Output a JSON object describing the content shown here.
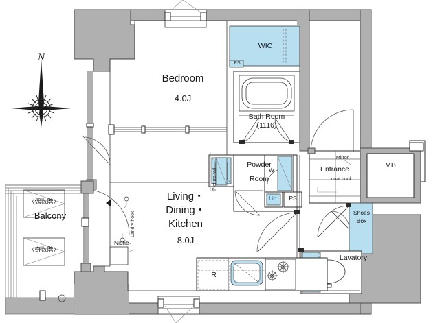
{
  "plan": {
    "type": "apartment-floor-plan",
    "orientation_marker": "N",
    "colors": {
      "wall_gray": "#b0b0b0",
      "fixture_blue": "#b8dff0",
      "line_dark": "#1a1a1a",
      "line_mid": "#6b6b6b",
      "background": "#ffffff"
    },
    "rooms": [
      {
        "name": "bedroom",
        "label": "Bedroom",
        "size": "4.0J"
      },
      {
        "name": "living-dining-kitchen",
        "label": "Living・\nDining・\nKitchen",
        "size": "8.0J"
      },
      {
        "name": "bath-room",
        "label": "Bath Room",
        "size": "(1116)"
      },
      {
        "name": "wic",
        "label": "WIC",
        "size": ""
      },
      {
        "name": "powder-room",
        "label": "Powder\nRoom",
        "size": ""
      },
      {
        "name": "entrance",
        "label": "Entrance",
        "size": ""
      },
      {
        "name": "lavatory",
        "label": "Lavatory",
        "size": ""
      },
      {
        "name": "balcony",
        "label": "Balcony",
        "size": ""
      }
    ],
    "labels": {
      "bedroom": "Bedroom",
      "bedroom_size": "4.0J",
      "ldk_line1": "Living・",
      "ldk_line2": "Dining・",
      "ldk_line3": "Kitchen",
      "ldk_size": "8.0J",
      "bath_room": "Bath Room",
      "bath_room_size": "(1116)",
      "wic": "WIC",
      "powder_line1": "Powder",
      "powder_line2": "Room",
      "entrance": "Entrance",
      "lavatory": "Lavatory",
      "balcony": "Balcony",
      "mb": "MB",
      "shoes_box_line1": "Shoes",
      "shoes_box_line2": "Box",
      "washer": "W",
      "linen": "Lin.",
      "ps_upper": "PS",
      "ps_lower": "PS",
      "refrigerator": "R",
      "niche": "Niche",
      "mirror": "Mirror",
      "coat_hook": "coat hook",
      "picture_rail": "Picture rail",
      "landry_hook": "Landry hook",
      "balcony_even_floor": "〈偶数階〉",
      "balcony_odd_floor": "〈奇数階〉",
      "north": "N"
    },
    "fixtures": [
      {
        "name": "bathtub",
        "room": "bath-room",
        "filled": false
      },
      {
        "name": "sink-basin",
        "room": "powder-room",
        "filled": true
      },
      {
        "name": "washing-machine",
        "room": "powder-room",
        "filled": true
      },
      {
        "name": "toilet",
        "room": "lavatory",
        "filled": true
      },
      {
        "name": "kitchen-sink",
        "room": "living-dining-kitchen",
        "filled": true
      },
      {
        "name": "gas-stove",
        "room": "living-dining-kitchen",
        "filled": false
      },
      {
        "name": "refrigerator-space",
        "room": "living-dining-kitchen",
        "filled": false
      },
      {
        "name": "shoes-box",
        "room": "entrance",
        "filled": true
      },
      {
        "name": "meter-box",
        "room": "entrance",
        "filled": false
      }
    ]
  }
}
